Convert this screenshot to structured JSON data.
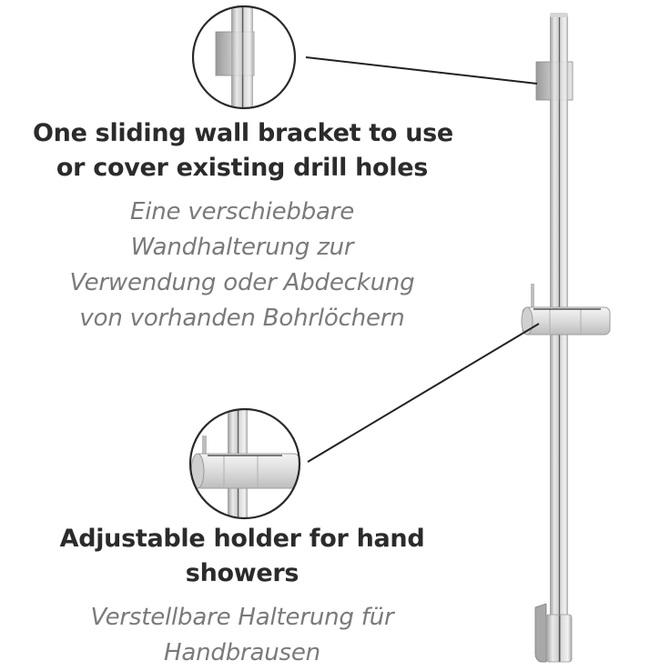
{
  "image": {
    "subject": "shower rail with sliding wall bracket and adjustable hand shower holder",
    "background": "#ffffff"
  },
  "callouts": [
    {
      "id": "wall-bracket",
      "english_lines": [
        "One sliding wall bracket to use",
        "or cover existing drill holes"
      ],
      "german_lines": [
        "Eine verschiebbare",
        "Wandhalterung zur",
        "Verwendung oder Abdeckung",
        "von vorhanden Bohrlöchern"
      ]
    },
    {
      "id": "hand-shower-holder",
      "english_lines": [
        "Adjustable holder for hand",
        "showers"
      ],
      "german_lines": [
        "Verstellbare Halterung für",
        "Handbrausen"
      ]
    }
  ],
  "colors": {
    "english_text": "#2b2b2b",
    "german_text": "#7a7a7a",
    "leader_line": "#222222",
    "chrome_light": "#e6e6e6",
    "chrome_mid": "#b8b8b8",
    "chrome_dark": "#6e6e6e"
  }
}
